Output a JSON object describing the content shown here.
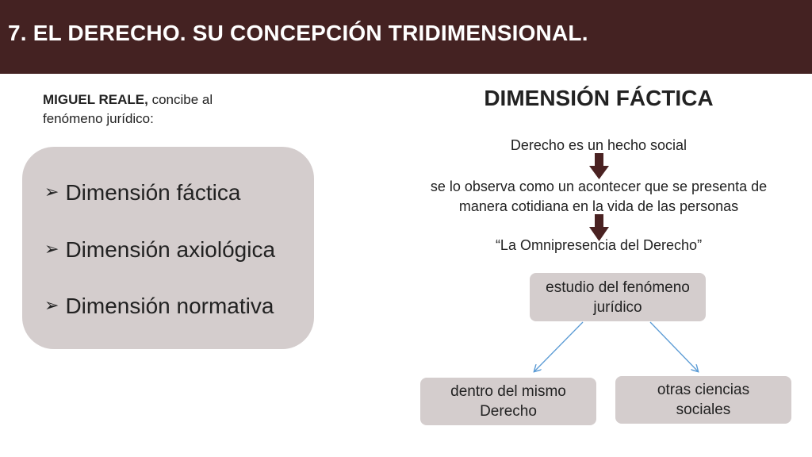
{
  "title": "7. EL DERECHO.  SU CONCEPCIÓN TRIDIMENSIONAL.",
  "intro": {
    "author": "MIGUEL REALE,",
    "text_line1": " concibe al",
    "text_line2": "fenómeno jurídico:"
  },
  "dimensions": {
    "bullet_symbol": "➢",
    "items": [
      {
        "label": "Dimensión fáctica"
      },
      {
        "label": "Dimensión axiológica"
      },
      {
        "label": "Dimensión normativa"
      }
    ]
  },
  "factica": {
    "heading": "DIMENSIÓN FÁCTICA",
    "statement1": "Derecho es un hecho social",
    "statement2_line1": "se lo observa como un acontecer que se presenta de",
    "statement2_line2": "manera cotidiana en la vida de las personas",
    "statement3": "“La Omnipresencia del Derecho”",
    "arrow_color": "#4a2222",
    "node_main": {
      "line1": "estudio del fenómeno",
      "line2": "jurídico"
    },
    "node_left": {
      "line1": "dentro del mismo",
      "line2": "Derecho"
    },
    "node_right": {
      "line1": "otras ciencias",
      "line2": "sociales"
    },
    "connector_color": "#5b9bd5"
  },
  "colors": {
    "title_bar": "#442222",
    "box_fill": "#d4cdcd"
  }
}
